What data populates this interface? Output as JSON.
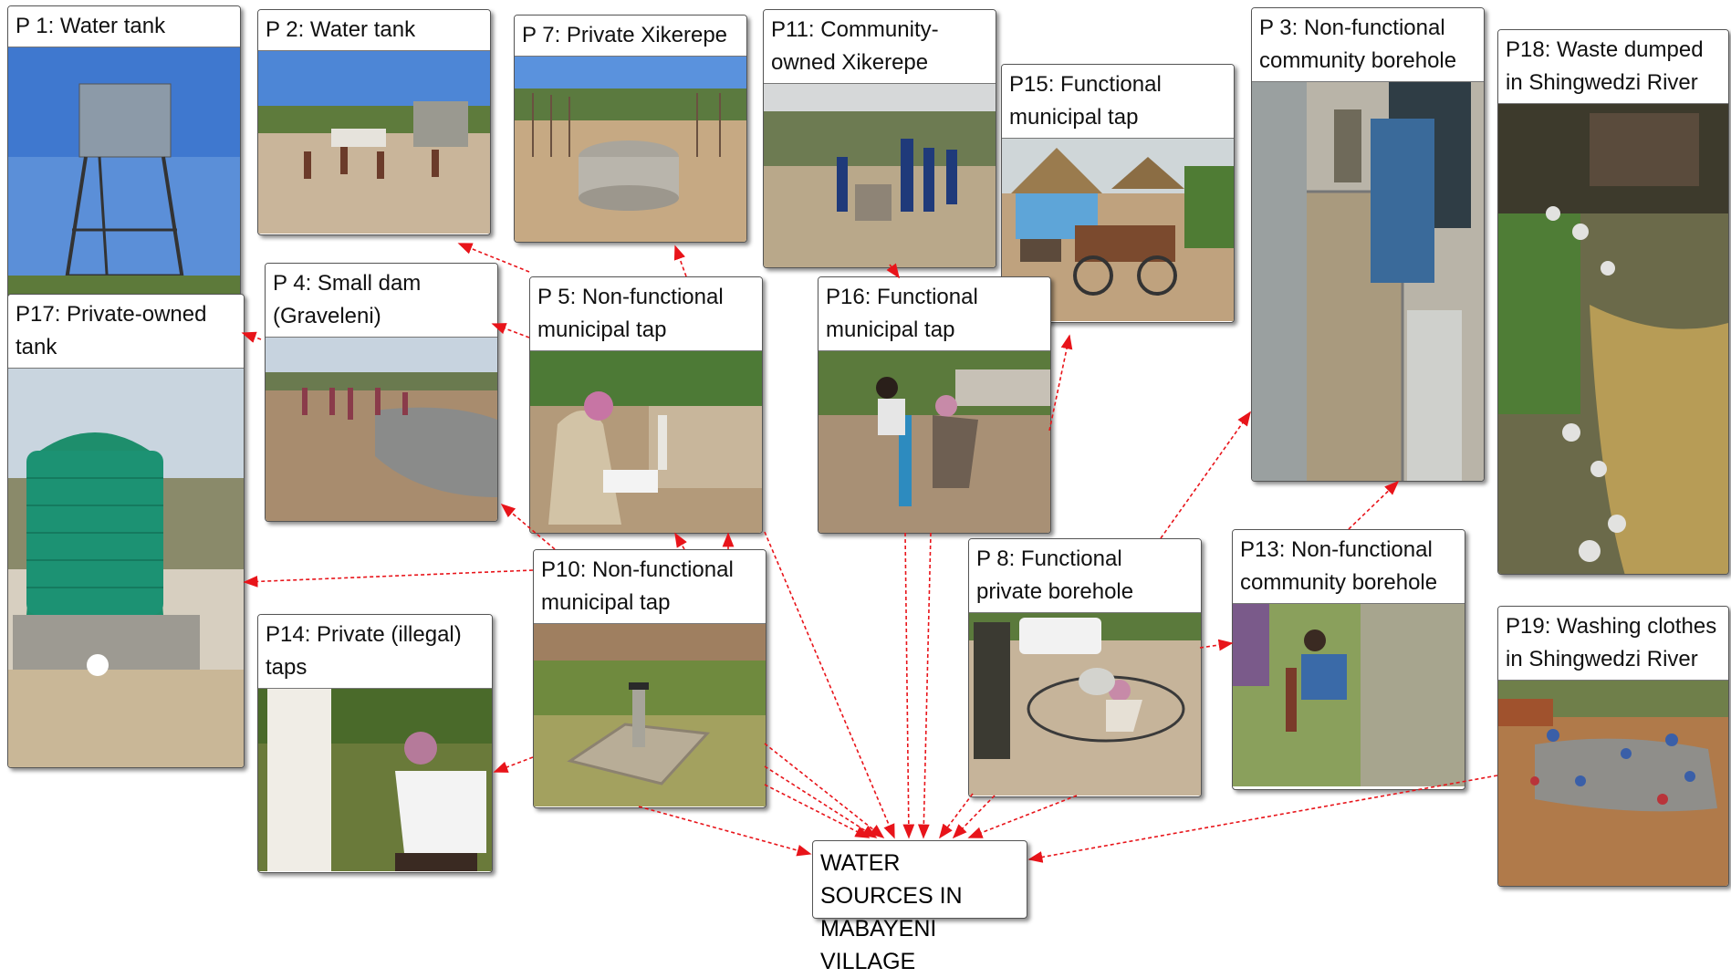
{
  "title": "WATER SOURCES IN\nMABAYENI VILLAGE",
  "cards": {
    "p1": "P 1: Water tank",
    "p2": "P 2: Water tank",
    "p7": "P 7: Private Xikerepe",
    "p11": "P11: Community-\nowned Xikerepe",
    "p15": "P15: Functional\nmunicipal tap",
    "p3": "P 3: Non-functional\ncommunity borehole",
    "p18": "P18: Waste dumped\nin Shingwedzi River",
    "p17": "P17: Private-owned\ntank",
    "p4": "P 4: Small dam\n(Graveleni)",
    "p5": "P 5: Non-functional\nmunicipal tap",
    "p16": "P16: Functional\nmunicipal tap",
    "p8": "P 8: Functional\nprivate borehole",
    "p13": "P13: Non-functional\ncommunity borehole",
    "p19": "P19: Washing clothes\nin Shingwedzi River",
    "p10": "P10: Non-functional\nmunicipal tap",
    "p14": "P14: Private (illegal)\ntaps"
  },
  "colors": {
    "arrow": "#e8141a",
    "border": "#555555"
  }
}
